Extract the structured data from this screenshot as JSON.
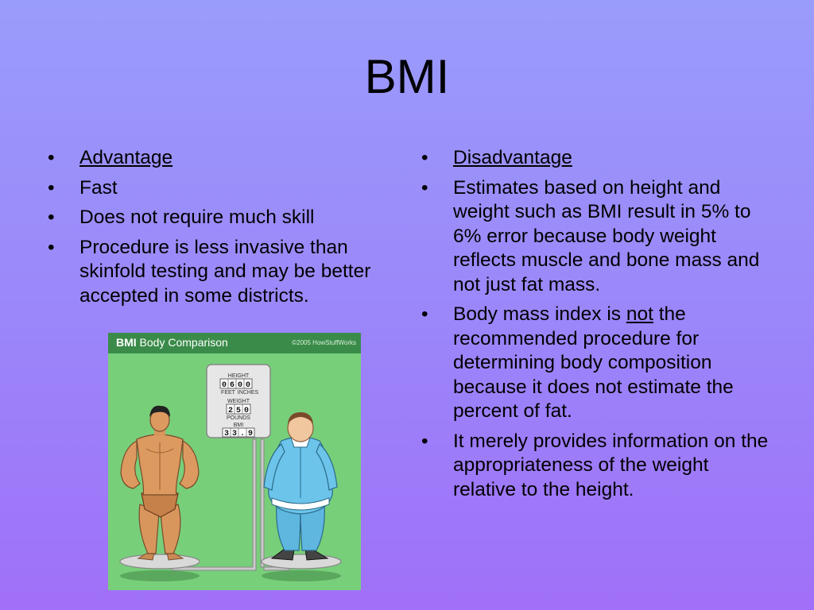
{
  "slide": {
    "title": "BMI"
  },
  "left": {
    "heading": "Advantage",
    "items": [
      "Fast",
      "Does not require much skill",
      "Procedure is less invasive than skinfold testing and may be better accepted in some districts."
    ]
  },
  "right": {
    "heading": "Disadvantage",
    "item1": "Estimates based on height and weight such as BMI result in 5% to 6% error because body weight reflects muscle and bone mass and not just fat mass.",
    "item2": {
      "before": "Body mass index is ",
      "underlined": "not",
      "after": " the recommended procedure for determining body composition because it does not estimate the percent of fat."
    },
    "item3": "It merely provides information on the appropriateness of the weight relative to the height."
  },
  "figure": {
    "title_bold": "BMI",
    "title_rest": " Body Comparison",
    "copyright": "©2005 HowStuffWorks",
    "scale": {
      "height_label": "HEIGHT",
      "height_digits": [
        "0",
        "6",
        "0",
        "0"
      ],
      "feet_label": "FEET",
      "inches_label": "INCHES",
      "weight_label": "WEIGHT",
      "weight_digits": [
        "2",
        "5",
        "0"
      ],
      "pounds_label": "POUNDS",
      "bmi_label": "BMI",
      "bmi_digits": [
        "3",
        "3",
        ".",
        "9"
      ]
    }
  }
}
